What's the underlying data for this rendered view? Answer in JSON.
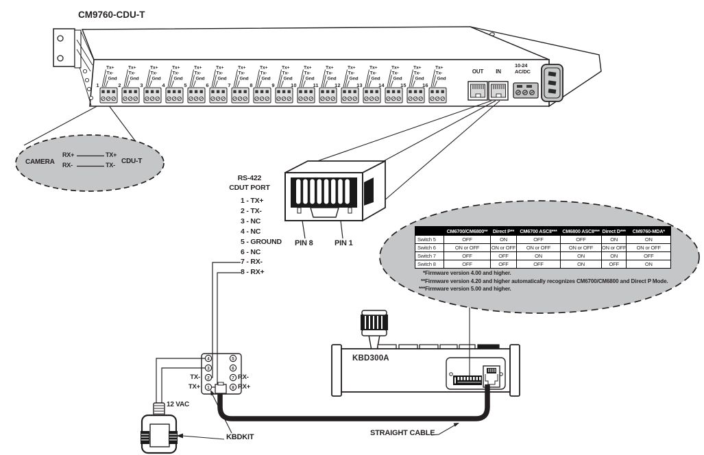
{
  "device": {
    "title": "CM9760-CDU-T",
    "channel_pin_labels": [
      "Tx+",
      "Tx-",
      "Gnd"
    ],
    "channels": [
      "1",
      "2",
      "3",
      "4",
      "5",
      "6",
      "7",
      "8",
      "9",
      "10",
      "11",
      "12",
      "13",
      "14",
      "15",
      "16"
    ],
    "out_label": "OUT",
    "in_label": "IN",
    "power_label_line1": "10-24",
    "power_label_line2": "AC/DC"
  },
  "camera_callout": {
    "left_label": "CAMERA",
    "rx_plus": "RX+",
    "rx_minus": "RX-",
    "tx_plus": "TX+",
    "tx_minus": "TX-",
    "right_label": "CDU-T"
  },
  "rs422": {
    "title_line1": "RS-422",
    "title_line2": "CDUT PORT",
    "pins": [
      "1 - TX+",
      "2 - TX-",
      "3 - NC",
      "4 - NC",
      "5 - GROUND",
      "6 - NC",
      "7 - RX-",
      "8 - RX+"
    ]
  },
  "rj45_detail": {
    "pin8": "PIN 8",
    "pin1": "PIN 1"
  },
  "switch_table": {
    "columns": [
      "",
      "CM6700/CM6800**",
      "Direct P**",
      "CM6700 ASCII***",
      "CM6800 ASCII***",
      "Direct D***",
      "CM9760-MDA*"
    ],
    "rows": [
      {
        "label": "Switch 5",
        "cells": [
          "OFF",
          "ON",
          "OFF",
          "OFF",
          "ON",
          "ON"
        ]
      },
      {
        "label": "Switch 6",
        "cells": [
          "ON or OFF",
          "ON or OFF",
          "ON or OFF",
          "ON or OFF",
          "ON or OFF",
          "ON or OFF"
        ]
      },
      {
        "label": "Switch 7",
        "cells": [
          "OFF",
          "OFF",
          "ON",
          "ON",
          "ON",
          "OFF"
        ]
      },
      {
        "label": "Switch 8",
        "cells": [
          "OFF",
          "OFF",
          "OFF",
          "ON",
          "OFF",
          "ON"
        ]
      }
    ],
    "footnotes": [
      {
        "marker": "*",
        "text": "Firmware version 4.00 and higher."
      },
      {
        "marker": "**",
        "text": "Firmware version 4.20 and higher automatically recognizes CM6700/CM6800 and Direct P Mode."
      },
      {
        "marker": "***",
        "text": "Firmware version 5.00 and higher."
      }
    ]
  },
  "keyboard": {
    "label": "KBD300A"
  },
  "kbdkit": {
    "label": "KBDKIT",
    "terminals_left": [
      "4",
      "3",
      "2",
      "1"
    ],
    "terminals_right": [
      "5",
      "6",
      "7",
      "8"
    ],
    "tx_minus": "TX-",
    "tx_plus": "TX+",
    "rx_minus": "RX-",
    "rx_plus": "RX+",
    "power_label": "12 VAC"
  },
  "cable_label": "STRAIGHT CABLE",
  "colors": {
    "line": "#231f20",
    "callout_gray": "#c5c6c7",
    "table_header_bg": "#000000",
    "table_header_fg": "#ffffff"
  }
}
